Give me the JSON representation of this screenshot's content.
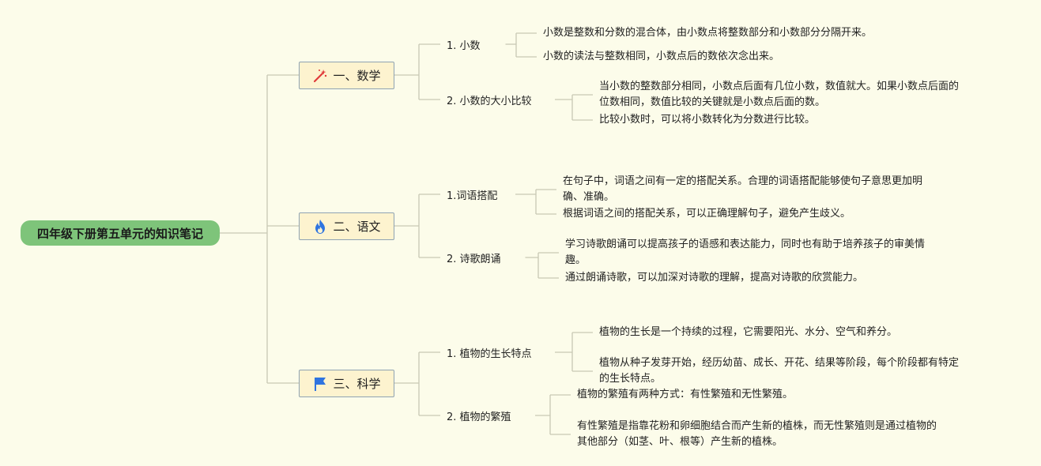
{
  "root": "四年级下册第五单元的知识笔记",
  "categories": [
    {
      "label": "一、数学",
      "icon": "magic-wand-icon",
      "subs": [
        {
          "label": "1. 小数",
          "leaves": [
            "小数是整数和分数的混合体，由小数点将整数部分和小数部分分隔开来。",
            "小数的读法与整数相同，小数点后的数依次念出来。"
          ]
        },
        {
          "label": "2. 小数的大小比较",
          "leaves": [
            [
              "当小数的整数部分相同，小数点后面有几位小数，数值就大。如果小数点后面的",
              "位数相同，数值比较的关键就是小数点后面的数。"
            ],
            "比较小数时，可以将小数转化为分数进行比较。"
          ]
        }
      ]
    },
    {
      "label": "二、语文",
      "icon": "flame-icon",
      "subs": [
        {
          "label": "1.词语搭配",
          "leaves": [
            [
              "在句子中，词语之间有一定的搭配关系。合理的词语搭配能够使句子意思更加明",
              "确、准确。"
            ],
            "根据词语之间的搭配关系，可以正确理解句子，避免产生歧义。"
          ]
        },
        {
          "label": "2. 诗歌朗诵",
          "leaves": [
            [
              "学习诗歌朗诵可以提高孩子的语感和表达能力，同时也有助于培养孩子的审美情",
              "趣。"
            ],
            "通过朗诵诗歌，可以加深对诗歌的理解，提高对诗歌的欣赏能力。"
          ]
        }
      ]
    },
    {
      "label": "三、科学",
      "icon": "flag-icon",
      "subs": [
        {
          "label": "1. 植物的生长特点",
          "leaves": [
            "植物的生长是一个持续的过程，它需要阳光、水分、空气和养分。",
            [
              "植物从种子发芽开始，经历幼苗、成长、开花、结果等阶段，每个阶段都有特定",
              "的生长特点。"
            ]
          ]
        },
        {
          "label": "2. 植物的繁殖",
          "leaves": [
            "植物的繁殖有两种方式：有性繁殖和无性繁殖。",
            [
              "有性繁殖是指靠花粉和卵细胞结合而产生新的植株，而无性繁殖则是通过植物的",
              "其他部分（如茎、叶、根等）产生新的植株。"
            ]
          ]
        }
      ]
    }
  ],
  "colors": {
    "background": "#fcfcea",
    "root": "#7ec47a",
    "category_fill": "#fdf3cf",
    "line": "#c8c8b4",
    "wand": "#e03a3a",
    "flame": "#2f74e0",
    "flag": "#2f74e0"
  }
}
